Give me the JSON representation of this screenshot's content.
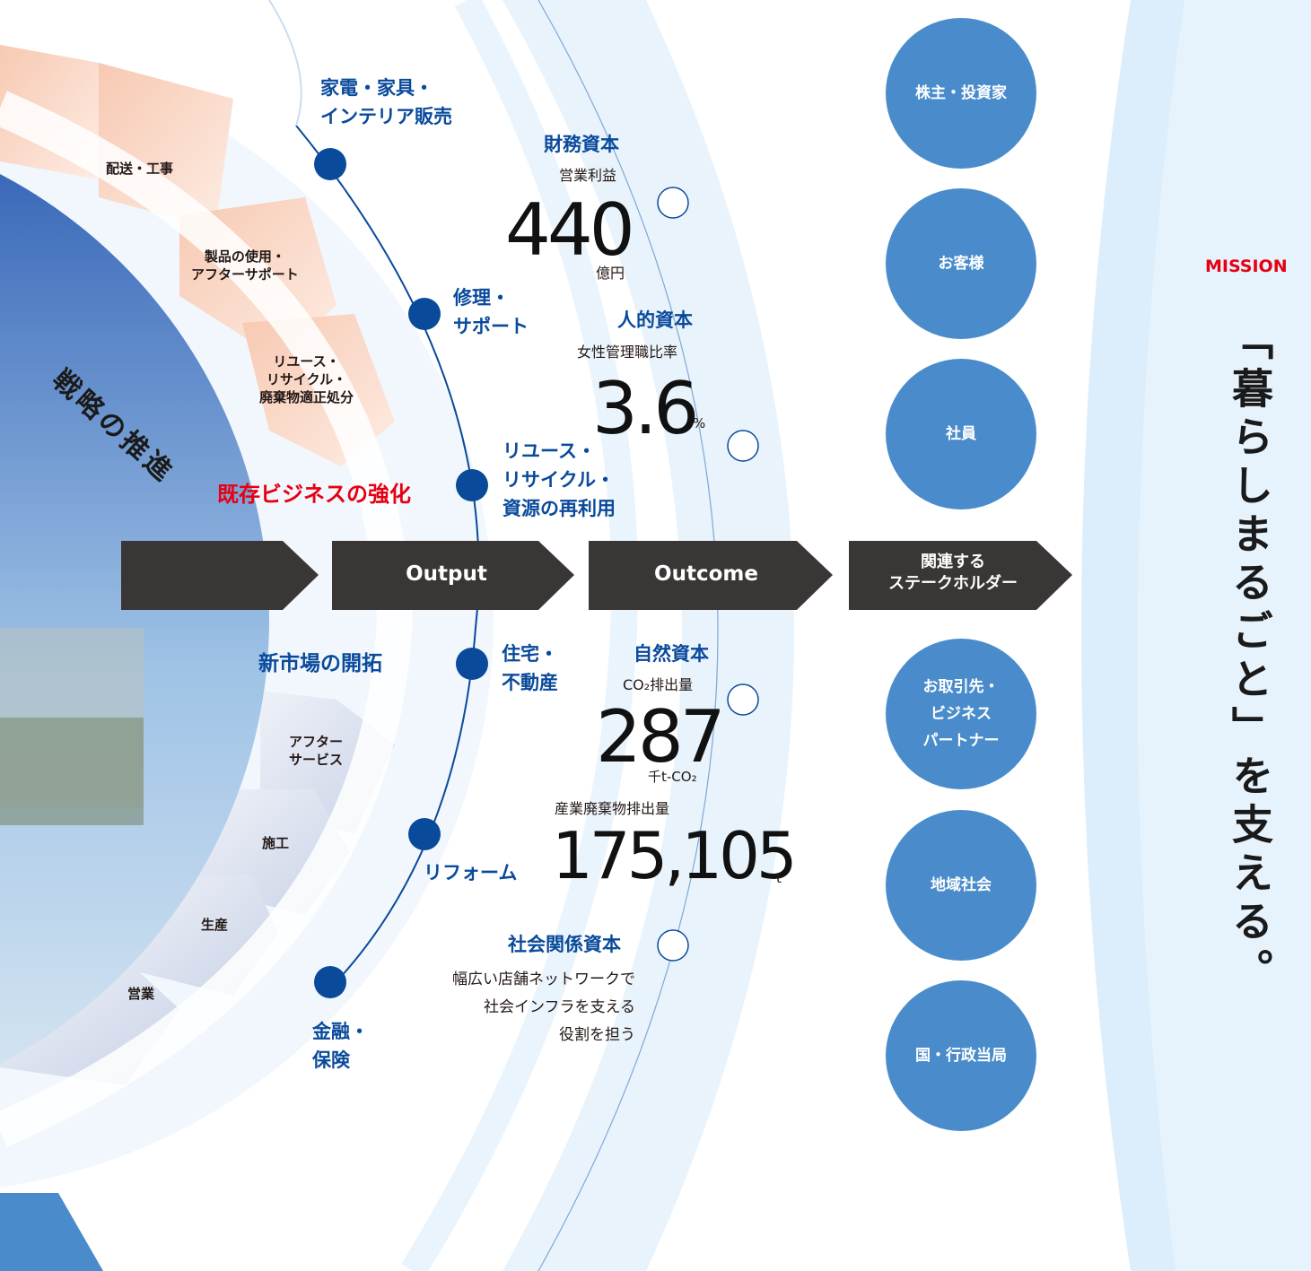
{
  "value_chain": {
    "output_points": [
      {
        "label": "家電・家具・\nインテリア販売"
      },
      {
        "label": "修理・\nサポート"
      },
      {
        "label": "リユース・\nリサイクル・\n資源の再利用"
      },
      {
        "label": "住宅・\n不動産"
      },
      {
        "label": "リフォーム"
      },
      {
        "label": "金融・\n保険"
      }
    ],
    "upper_segments": [
      "配送・工事",
      "製品の使用・\nアフターサポート",
      "リユース・\nリサイクル・\n廃棄物適正処分"
    ],
    "lower_segments": [
      "アフター\nサービス",
      "施工",
      "生産",
      "営業"
    ],
    "strategy_label": "戦略の推進",
    "existing_business": "既存ビジネスの強化",
    "new_market": "新市場の開拓"
  },
  "arrows": {
    "output": "Output",
    "outcome": "Outcome",
    "stakeholders": "関連する\nステークホルダー"
  },
  "outcomes": {
    "financial": {
      "title": "財務資本",
      "metric": "営業利益",
      "value": "440",
      "unit": "億円"
    },
    "human": {
      "title": "人的資本",
      "metric": "女性管理職比率",
      "value": "3.6",
      "unit": "%"
    },
    "natural": {
      "title": "自然資本",
      "metric": "CO₂排出量",
      "value": "287",
      "unit": "千t-CO₂",
      "metric2": "産業廃棄物排出量",
      "value2": "175,105",
      "unit2": "t"
    },
    "social": {
      "title": "社会関係資本",
      "text": "幅広い店舗ネットワークで\n社会インフラを支える\n役割を担う"
    }
  },
  "stakeholders": [
    "株主・投資家",
    "お客様",
    "社員",
    "お取引先・\nビジネス\nパートナー",
    "地域社会",
    "国・行政当局"
  ],
  "mission": {
    "label": "MISSION",
    "text": "「暮らしまるごと」を支える。"
  },
  "colors": {
    "accent_blue": "#0a4a9b",
    "stakeholder_blue": "#4a8ccb",
    "arrow_dark": "#3a3635",
    "red": "#e60012"
  }
}
